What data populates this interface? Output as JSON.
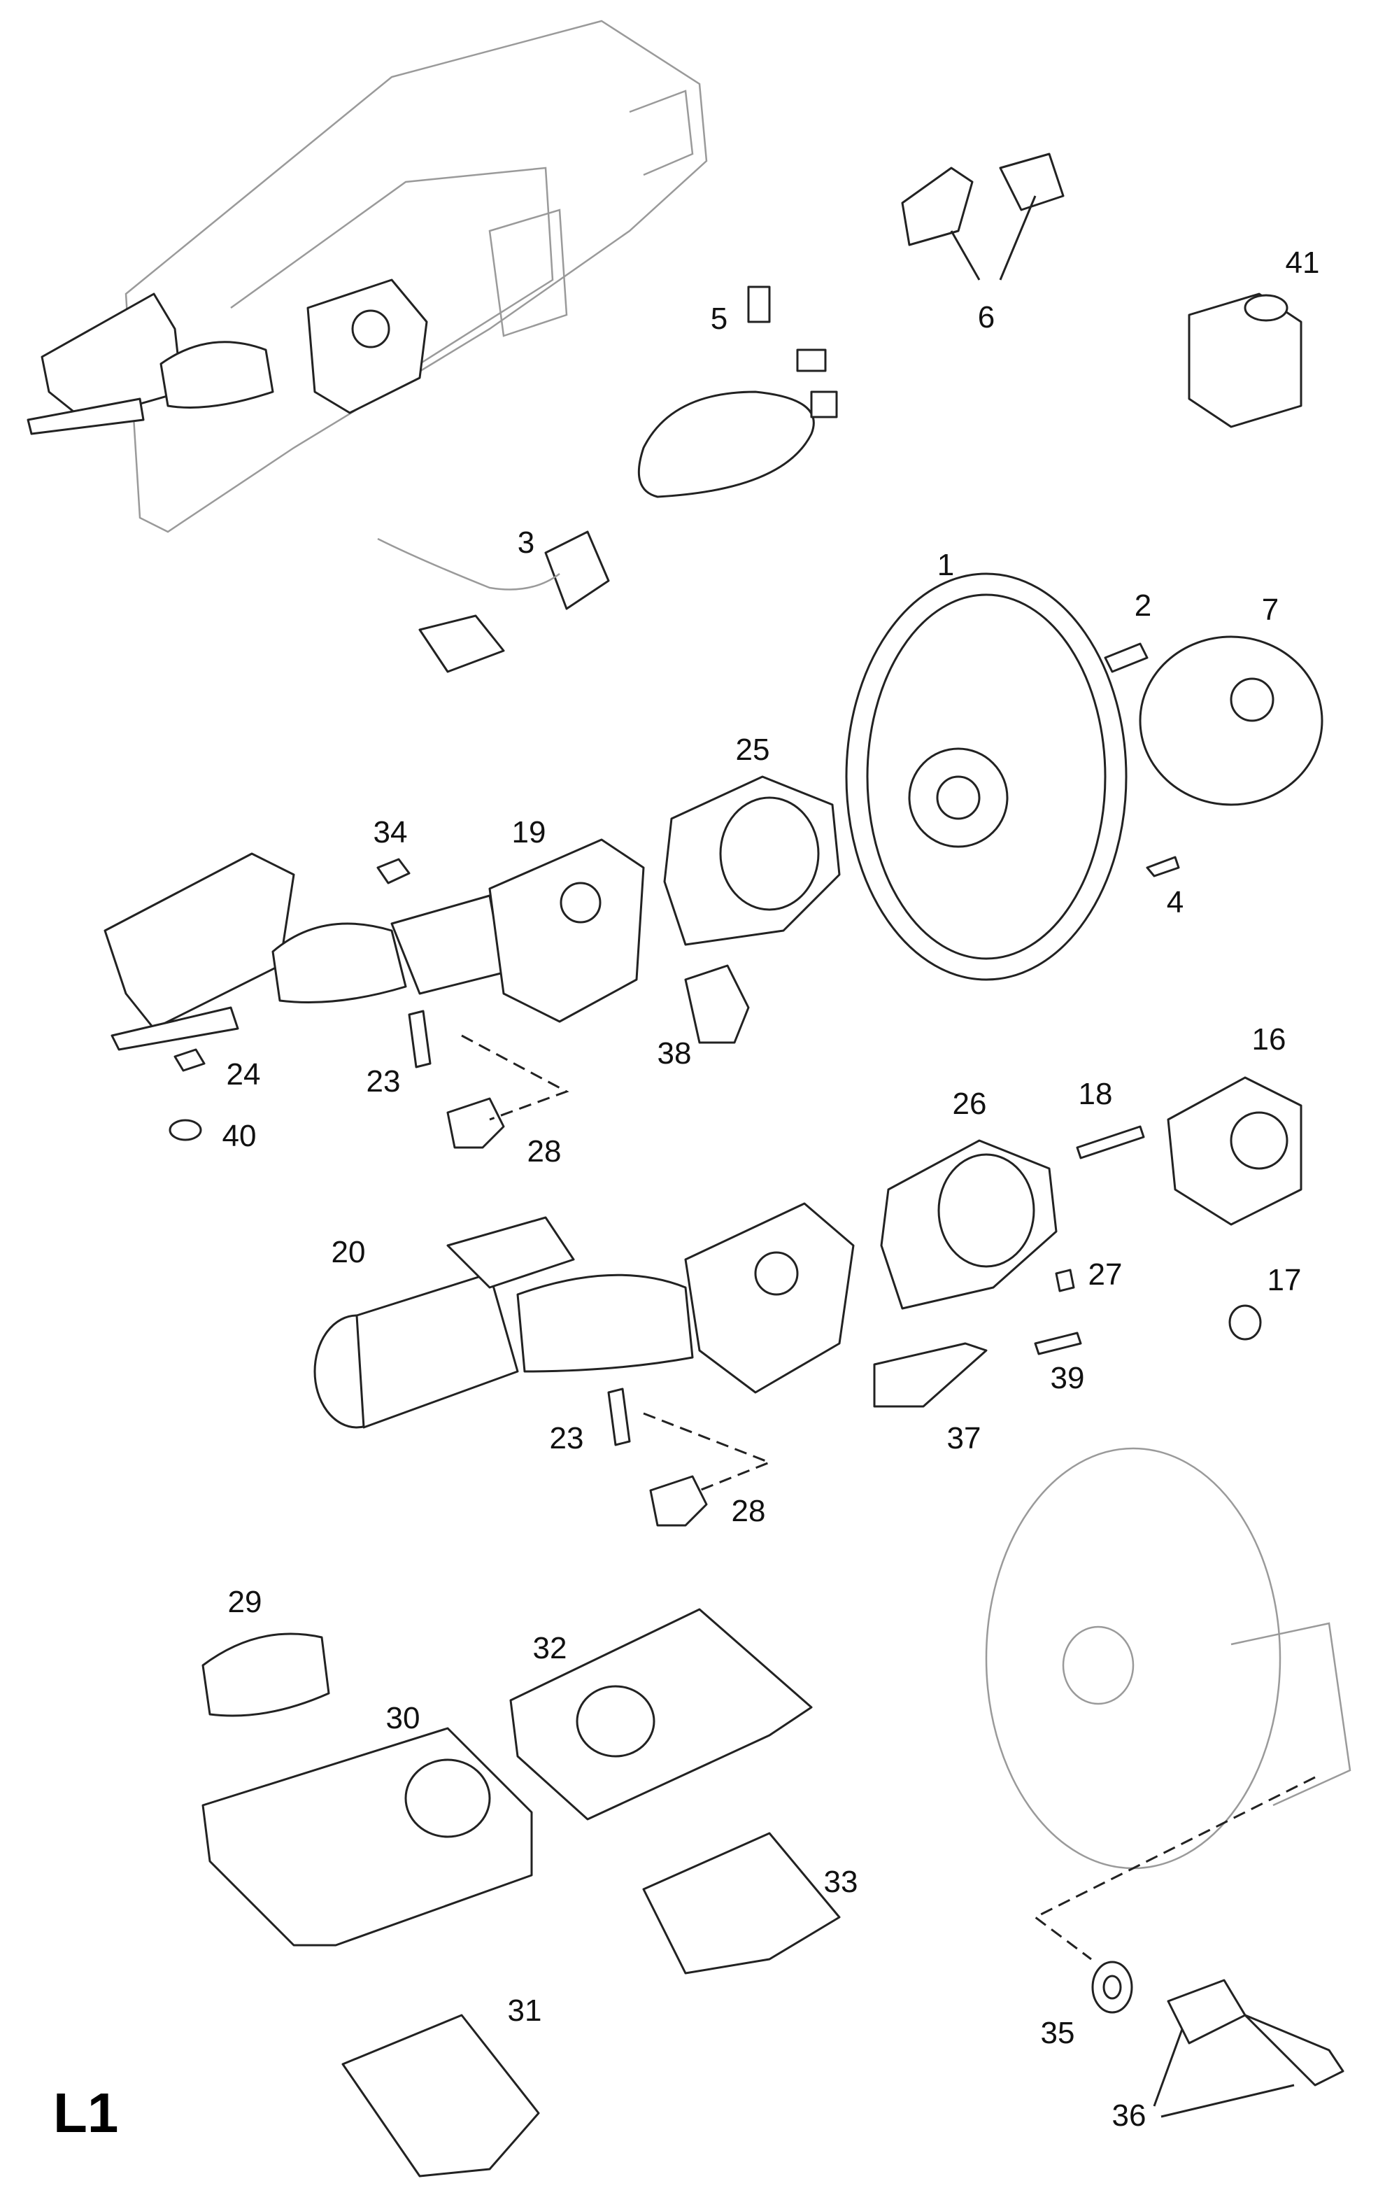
{
  "page_label": "L1",
  "callouts": {
    "p1": "1",
    "p2": "2",
    "p3": "3",
    "p4": "4",
    "p5": "5",
    "p6": "6",
    "p7": "7",
    "p16": "16",
    "p17": "17",
    "p18": "18",
    "p19": "19",
    "p20": "20",
    "p23a": "23",
    "p23b": "23",
    "p24": "24",
    "p25": "25",
    "p26": "26",
    "p27": "27",
    "p28a": "28",
    "p28b": "28",
    "p29": "29",
    "p30": "30",
    "p31": "31",
    "p32": "32",
    "p33": "33",
    "p34": "34",
    "p35": "35",
    "p36": "36",
    "p37": "37",
    "p38": "38",
    "p39": "39",
    "p40": "40",
    "p41": "41"
  },
  "colors": {
    "line": "#222222",
    "faint_line": "#9a9a9a",
    "background": "#ffffff"
  }
}
